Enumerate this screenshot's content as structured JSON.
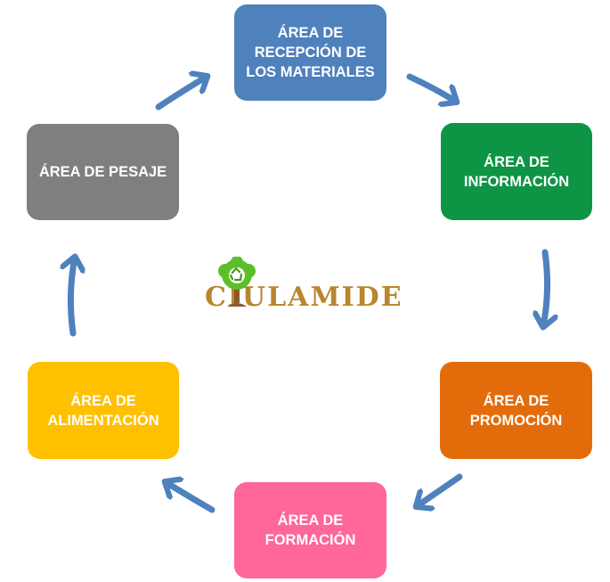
{
  "nodes": {
    "recepcion": {
      "label": "ÁREA DE RECEPCIÓN DE LOS MATERIALES",
      "color": "#4f81bd"
    },
    "informacion": {
      "label": "ÁREA DE INFORMACIÓN",
      "color": "#0e9445"
    },
    "promocion": {
      "label": "ÁREA DE PROMOCIÓN",
      "color": "#e36c0a"
    },
    "formacion": {
      "label": "ÁREA DE FORMACIÓN",
      "color": "#ff6699"
    },
    "alimentacion": {
      "label": "ÁREA DE ALIMENTACIÓN",
      "color": "#ffc000"
    },
    "pesaje": {
      "label": "ÁREA DE PESAJE",
      "color": "#7f7f7f"
    }
  },
  "flow": [
    "recepcion",
    "informacion",
    "promocion",
    "formacion",
    "alimentacion",
    "pesaje",
    "recepcion"
  ],
  "arrow_color": "#4f81bd",
  "logo": {
    "text": "CIULAMIDE",
    "icon": "recycle-tree-icon",
    "text_color": "#b8862e",
    "tree_color": "#5cbf2a"
  }
}
